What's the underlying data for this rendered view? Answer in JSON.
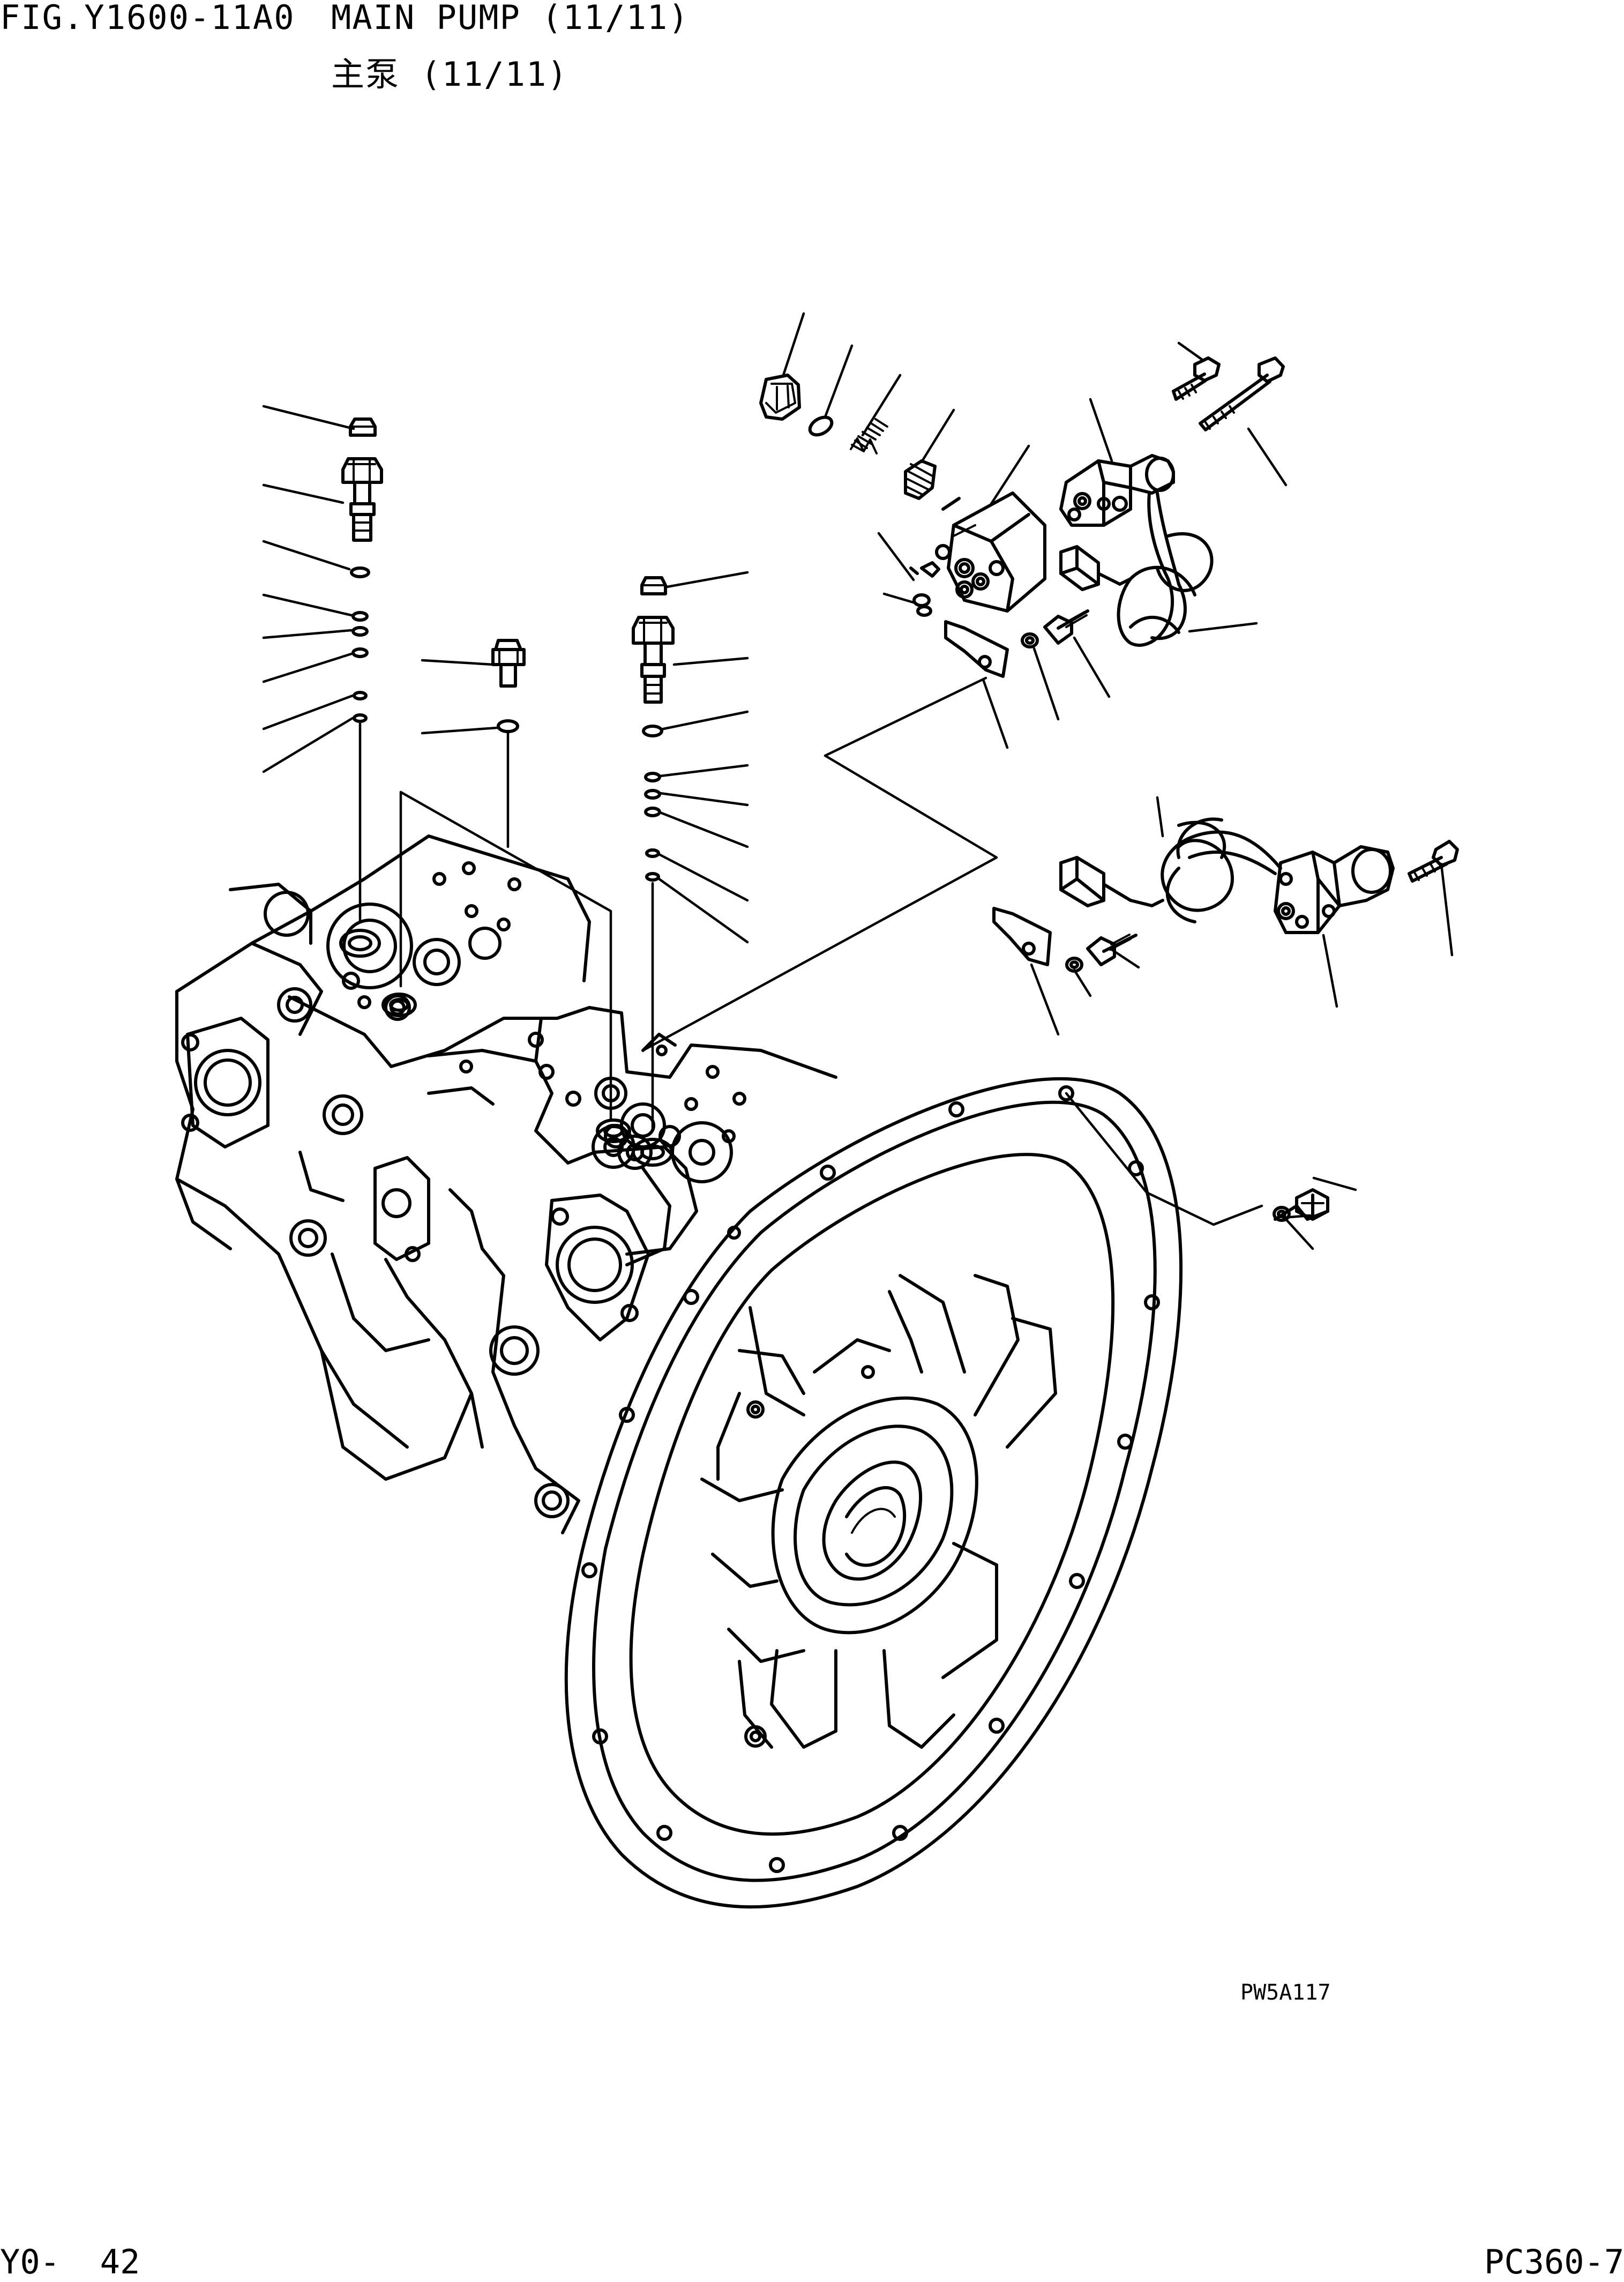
{
  "header": {
    "figure_number": "FIG.Y1600-11A0",
    "title": "MAIN PUMP (11/11)",
    "subtitle": "主泵 (11/11)"
  },
  "illustration": {
    "code": "PW5A117"
  },
  "footer": {
    "page": "Y0-  42",
    "model": "PC360-7"
  }
}
